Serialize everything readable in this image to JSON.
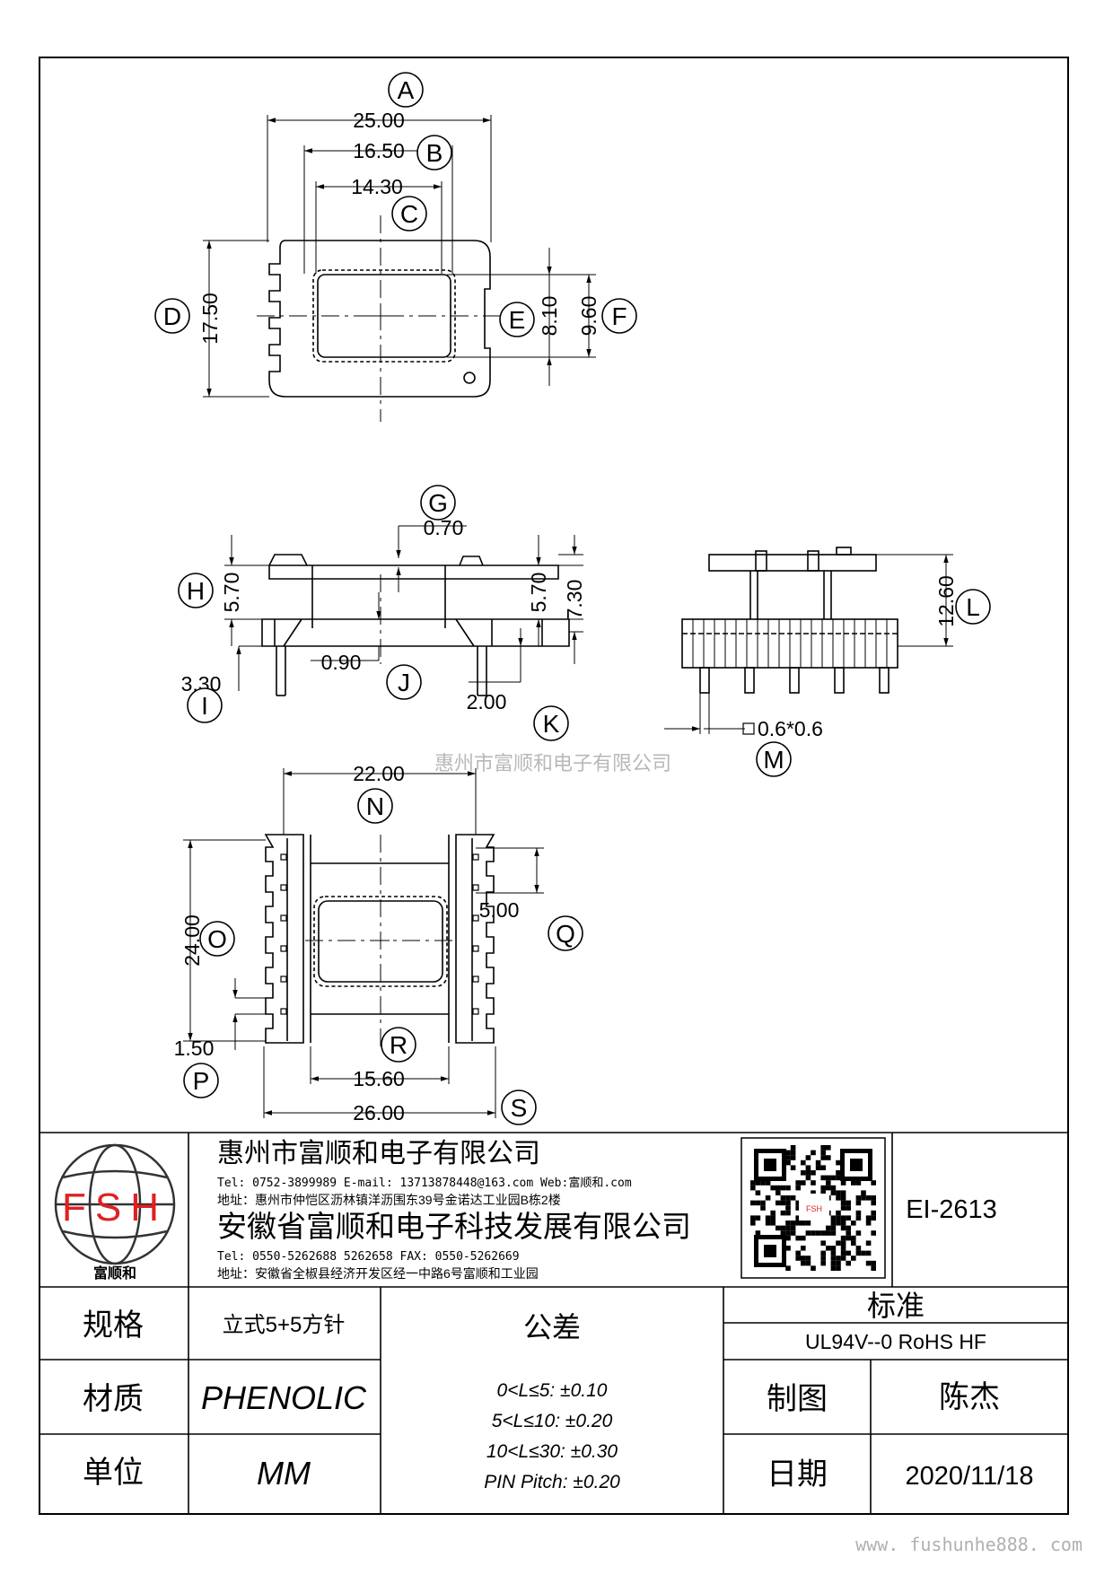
{
  "dims": {
    "A": {
      "letter": "A",
      "value": "25.00"
    },
    "B": {
      "letter": "B",
      "value": "16.50"
    },
    "C": {
      "letter": "C",
      "value": "14.30"
    },
    "D": {
      "letter": "D",
      "value": "17.50"
    },
    "E": {
      "letter": "E",
      "value": "8.10"
    },
    "F": {
      "letter": "F",
      "value": "9.60"
    },
    "G": {
      "letter": "G",
      "value": "0.70"
    },
    "H": {
      "letter": "H",
      "value": "5.70"
    },
    "H2": {
      "value": "5.70"
    },
    "H3": {
      "value": "7.30"
    },
    "I": {
      "letter": "I",
      "value": "3.30"
    },
    "J": {
      "letter": "J",
      "value": "0.90"
    },
    "K": {
      "letter": "K",
      "value": "2.00"
    },
    "L": {
      "letter": "L",
      "value": "12.60"
    },
    "M": {
      "letter": "M",
      "value": "0.6*0.6"
    },
    "N": {
      "letter": "N",
      "value": "22.00"
    },
    "O": {
      "letter": "O",
      "value": "24.00"
    },
    "P": {
      "letter": "P",
      "value": "1.50"
    },
    "Q": {
      "letter": "Q",
      "value": "5.00"
    },
    "R": {
      "letter": "R",
      "value": "15.60"
    },
    "S": {
      "letter": "S",
      "value": "26.00"
    }
  },
  "watermark_center": "惠州市富顺和电子有限公司",
  "watermark_bottom": "www. fushunhe888. com",
  "logo": {
    "letters": "FSH",
    "caption": "富顺和",
    "colors": {
      "letters": "#e02020",
      "globe": "#333333"
    }
  },
  "company1": {
    "name": "惠州市富顺和电子有限公司",
    "tel": "Tel:  0752-3899989  E-mail: 13713878448@163.com  Web:富顺和.com",
    "addr": "地址：惠州市仲恺区沥林镇洋沥围东39号金诺达工业园B栋2楼"
  },
  "company2": {
    "name": "安徽省富顺和电子科技发展有限公司",
    "tel": "Tel:  0550-5262688  5262658    FAX: 0550-5262669",
    "addr": "地址：安徽省全椒县经济开发区经一中路6号富顺和工业园"
  },
  "qr": {
    "center_text": "FSH"
  },
  "part_no": "EI-2613",
  "table": {
    "spec_label": "规格",
    "spec_value": "立式5+5方针",
    "material_label": "材质",
    "material_value": "PHENOLIC",
    "unit_label": "单位",
    "unit_value": "MM",
    "tolerance_label": "公差",
    "tol1": "0<L≤5: ±0.10",
    "tol2": "5<L≤10: ±0.20",
    "tol3": "10<L≤30: ±0.30",
    "tol4": "PIN Pitch: ±0.20",
    "standard_label": "标准",
    "standard_value": "UL94V--0  RoHS HF",
    "drawn_label": "制图",
    "drawn_value": "陈杰",
    "date_label": "日期",
    "date_value": "2020/11/18"
  }
}
